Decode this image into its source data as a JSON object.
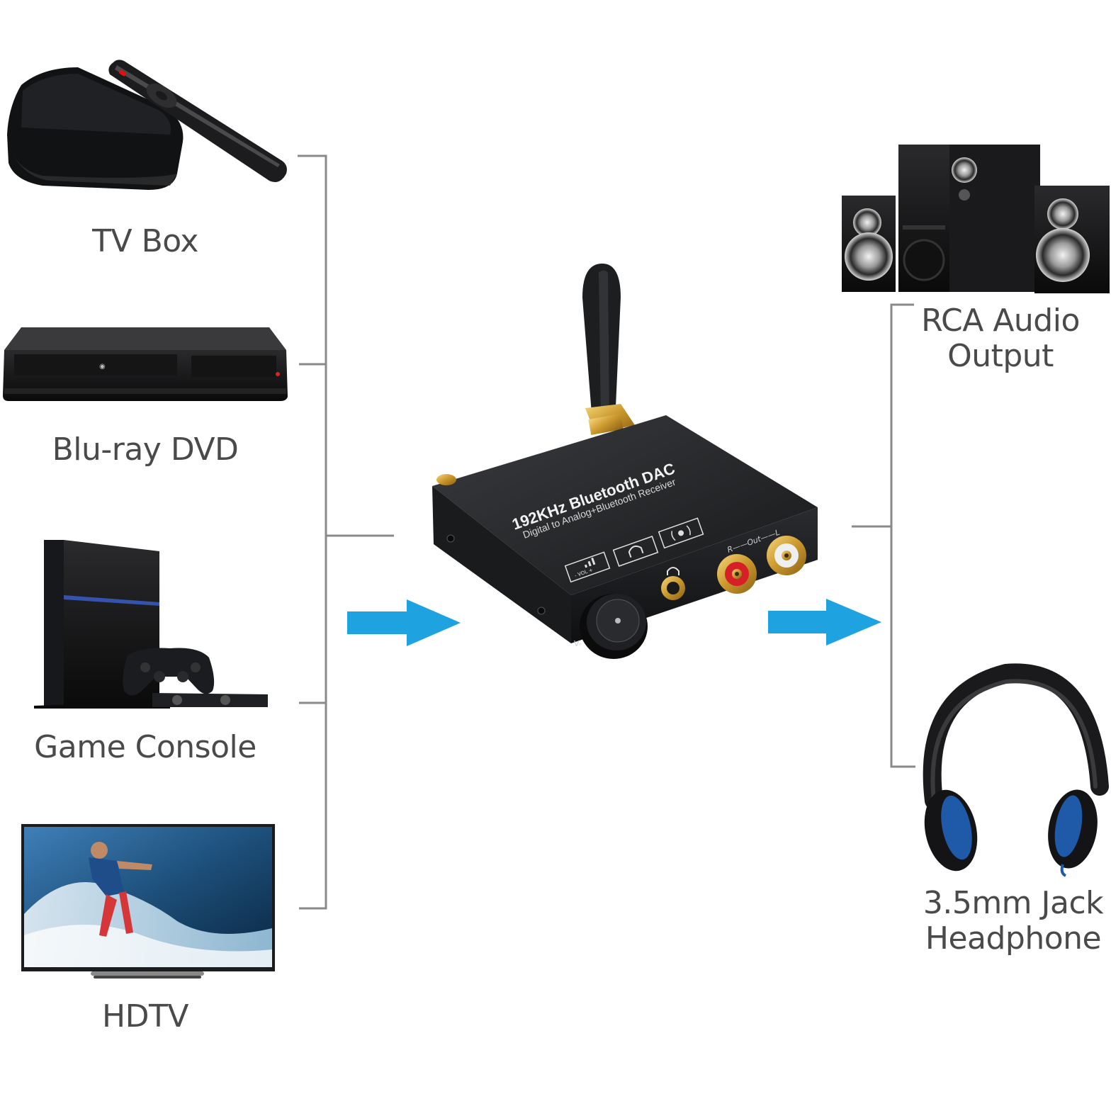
{
  "inputs": [
    {
      "id": "tv-box",
      "label": "TV Box"
    },
    {
      "id": "bluray-dvd",
      "label": "Blu-ray DVD"
    },
    {
      "id": "game-console",
      "label": "Game Console"
    },
    {
      "id": "hdtv",
      "label": "HDTV"
    }
  ],
  "outputs": [
    {
      "id": "rca",
      "label_lines": [
        "RCA Audio",
        "Output"
      ]
    },
    {
      "id": "headphone",
      "label_lines": [
        "3.5mm Jack",
        "Headphone"
      ]
    }
  ],
  "device": {
    "title": "192KHz Bluetooth DAC",
    "subtitle": "Digital to Analog+Bluetooth Receiver",
    "out_label": "R——Out——L",
    "vol_label": "V-",
    "vol_icon_text": "- VOL +"
  },
  "colors": {
    "arrow": "#1fa3e0",
    "connector": "#8a8a8a",
    "label": "#4a4a4a"
  }
}
